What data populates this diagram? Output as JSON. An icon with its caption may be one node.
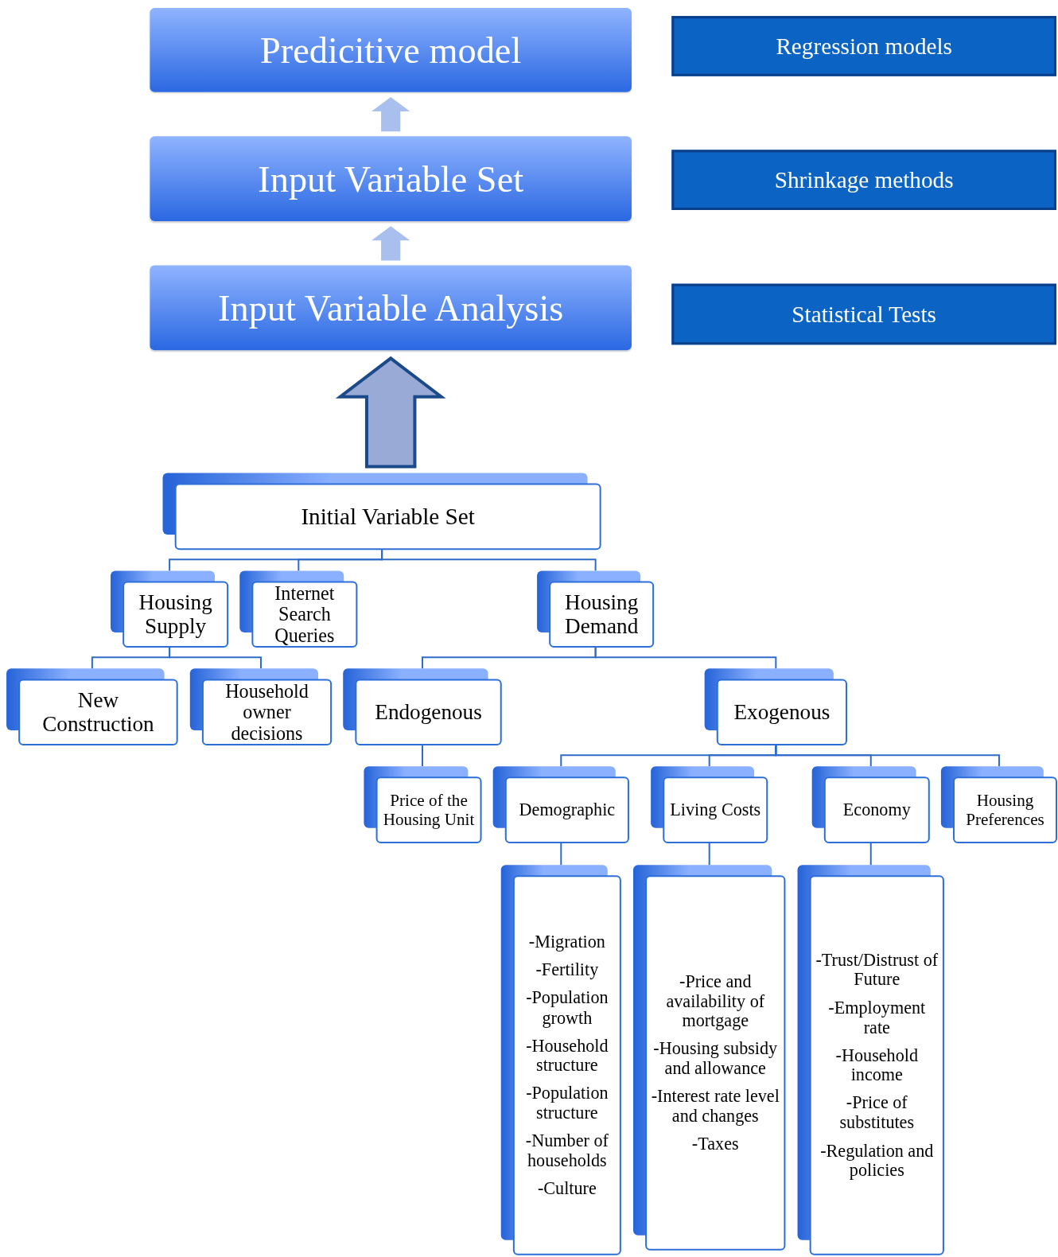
{
  "diagram": {
    "nodes": [
      {
        "text": [
          "Predicitive model"
        ]
      },
      {
        "text": [
          "Regression models"
        ]
      },
      {
        "text": [
          "Input Variable Set"
        ]
      },
      {
        "text": [
          "Shrinkage methods"
        ]
      },
      {
        "text": [
          "Input Variable Analysis"
        ]
      },
      {
        "text": [
          "Statistical Tests"
        ]
      },
      {
        "text": [
          "Initial Variable Set"
        ]
      },
      {
        "text": [
          "Housing Supply"
        ]
      },
      {
        "text": [
          "Internet Search Queries"
        ]
      },
      {
        "text": [
          "Housing Demand"
        ]
      },
      {
        "text": [
          "New Construction"
        ]
      },
      {
        "text": [
          "Household owner decisions"
        ]
      },
      {
        "text": [
          "Endogenous"
        ]
      },
      {
        "text": [
          "Exogenous"
        ]
      },
      {
        "text": [
          "Price of the Housing Unit"
        ]
      },
      {
        "text": [
          "Demographic"
        ]
      },
      {
        "text": [
          "Living Costs"
        ]
      },
      {
        "text": [
          "Economy"
        ]
      },
      {
        "text": [
          "Housing Preferences"
        ]
      },
      {
        "text": [
          "-Migration",
          "-Fertility",
          "-Population growth",
          "-Household structure",
          "-Population structure",
          "-Number of households",
          "-Culture"
        ]
      },
      {
        "text": [
          "-Price and availability of mortgage",
          "-Housing subsidy and allowance",
          "-Interest rate level and changes",
          "-Taxes"
        ]
      },
      {
        "text": [
          "-Trust/Distrust of Future",
          "-Employment rate",
          "-Household income",
          "-Price of substitutes",
          "-Regulation and policies"
        ]
      }
    ],
    "edges": [
      {
        "from": 2,
        "to": 0,
        "arrow": "to",
        "style": "thick",
        "color": "#a9c0ee"
      },
      {
        "from": 4,
        "to": 2,
        "arrow": "to",
        "style": "thick",
        "color": "#a9c0ee"
      },
      {
        "from": 6,
        "to": 4,
        "arrow": "to",
        "style": "thick",
        "color": "#9aaad6"
      },
      {
        "from": 6,
        "to": 7,
        "arrow": "none"
      },
      {
        "from": 6,
        "to": 8,
        "arrow": "none"
      },
      {
        "from": 6,
        "to": 9,
        "arrow": "none"
      },
      {
        "from": 7,
        "to": 10,
        "arrow": "none"
      },
      {
        "from": 7,
        "to": 11,
        "arrow": "none"
      },
      {
        "from": 9,
        "to": 12,
        "arrow": "none"
      },
      {
        "from": 9,
        "to": 13,
        "arrow": "none"
      },
      {
        "from": 12,
        "to": 14,
        "arrow": "none"
      },
      {
        "from": 13,
        "to": 15,
        "arrow": "none"
      },
      {
        "from": 13,
        "to": 16,
        "arrow": "none"
      },
      {
        "from": 13,
        "to": 17,
        "arrow": "none"
      },
      {
        "from": 13,
        "to": 18,
        "arrow": "none"
      },
      {
        "from": 15,
        "to": 19,
        "arrow": "none"
      },
      {
        "from": 16,
        "to": 20,
        "arrow": "none"
      },
      {
        "from": 17,
        "to": 21,
        "arrow": "none"
      }
    ]
  }
}
